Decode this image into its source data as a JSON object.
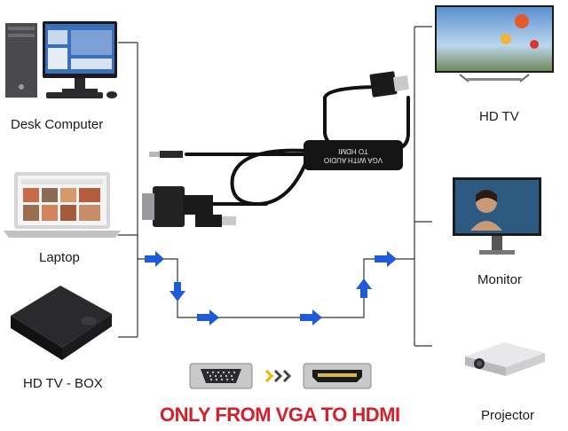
{
  "sources": {
    "desk_computer": "Desk Computer",
    "laptop": "Laptop",
    "tv_box": "HD TV - BOX"
  },
  "outputs": {
    "hd_tv": "HD TV",
    "monitor": "Monitor",
    "projector": "Projector"
  },
  "adapter": {
    "line1": "VGA WITH AUDIO",
    "line2": "TO HDMI"
  },
  "caption": "ONLY FROM VGA TO HDMI",
  "colors": {
    "arrow": "#1f5bd6",
    "caption": "#d3202a",
    "line": "#333333",
    "chevrons": "#e8b400"
  }
}
